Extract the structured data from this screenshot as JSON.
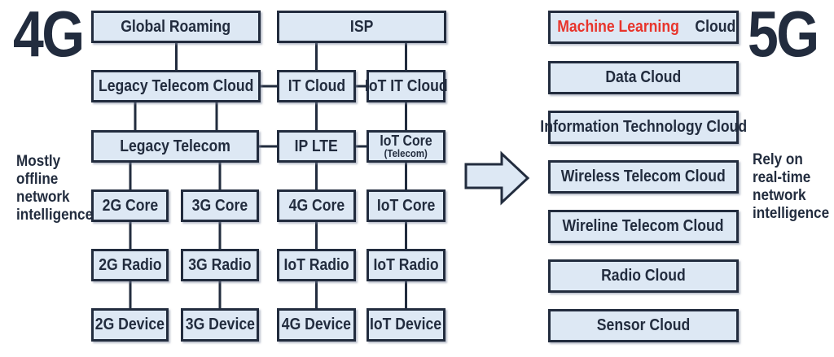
{
  "palette": {
    "background": "#ffffff",
    "box_fill": "#dde8f4",
    "line_color": "#222c3e",
    "text_color": "#222c3e",
    "accent_red": "#e8342b"
  },
  "g4": {
    "title": "4G",
    "caption": "Mostly\noffline\nnetwork\nintelligence",
    "boxes": [
      {
        "label": "Global Roaming"
      },
      {
        "label": "ISP"
      },
      {
        "label": "Legacy Telecom Cloud"
      },
      {
        "label": "IT Cloud"
      },
      {
        "label": "IoT IT Cloud"
      },
      {
        "label": "Legacy Telecom"
      },
      {
        "label": "IP LTE"
      },
      {
        "label": "IoT Core",
        "sub": "(Telecom)"
      },
      {
        "label": "2G Core"
      },
      {
        "label": "3G Core"
      },
      {
        "label": "4G Core"
      },
      {
        "label": "IoT Core"
      },
      {
        "label": "2G Radio"
      },
      {
        "label": "3G Radio"
      },
      {
        "label": "IoT Radio"
      },
      {
        "label": "IoT Radio"
      },
      {
        "label": "2G Device"
      },
      {
        "label": "3G Device"
      },
      {
        "label": "4G Device"
      },
      {
        "label": "IoT Device"
      }
    ]
  },
  "g5": {
    "title": "5G",
    "caption": "Rely on\nreal-time\nnetwork\nintelligence",
    "boxes": [
      {
        "label_red": "Machine Learning",
        "label_rest": "Cloud"
      },
      {
        "label": "Data Cloud"
      },
      {
        "label": "Information Technology Cloud"
      },
      {
        "label": "Wireless Telecom Cloud"
      },
      {
        "label": "Wireline Telecom Cloud"
      },
      {
        "label": "Radio Cloud"
      },
      {
        "label": "Sensor Cloud"
      }
    ]
  },
  "icons": {
    "transition_arrow": "right-block-arrow"
  }
}
